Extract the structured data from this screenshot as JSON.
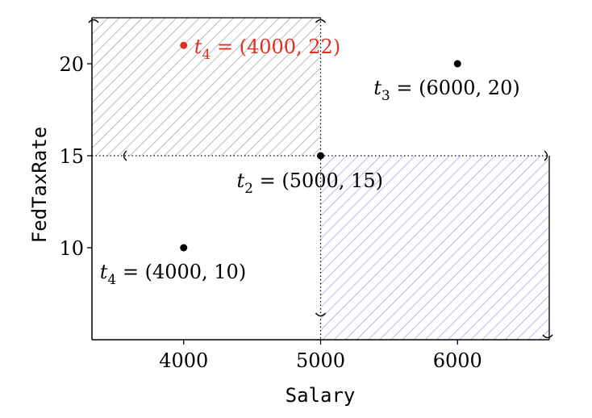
{
  "chart_data": {
    "type": "scatter",
    "title": "",
    "xlabel": "Salary",
    "ylabel": "FedTaxRate",
    "xlim": [
      3330,
      6670
    ],
    "ylim": [
      5,
      22.5
    ],
    "x_ticks": [
      4000,
      5000,
      6000
    ],
    "y_ticks": [
      10,
      15,
      20
    ],
    "grid": false,
    "points": [
      {
        "label": "t",
        "sub": "4",
        "text": " = (4000, 10)",
        "x": 4000,
        "y": 10,
        "color": "#000000"
      },
      {
        "label": "t",
        "sub": "2",
        "text": " = (5000, 15)",
        "x": 5000,
        "y": 15,
        "color": "#000000"
      },
      {
        "label": "t",
        "sub": "3",
        "text": " = (6000, 20)",
        "x": 6000,
        "y": 20,
        "color": "#000000"
      },
      {
        "label": "t",
        "sub": "4",
        "text": " = (4000, 22)",
        "x": 4000,
        "y": 21,
        "color": "#e0301e"
      }
    ],
    "regions": [
      {
        "name": "upper-left",
        "x_range": [
          3330,
          5000
        ],
        "y_range": [
          15,
          22.5
        ],
        "hatch_color": "#a8a8a8"
      },
      {
        "name": "lower-right",
        "x_range": [
          5000,
          6670
        ],
        "y_range": [
          5,
          15
        ],
        "hatch_color": "#a9a6e8"
      }
    ]
  }
}
